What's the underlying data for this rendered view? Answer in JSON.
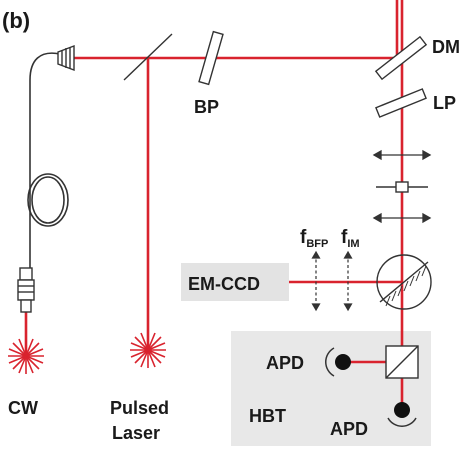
{
  "panel_label": "(b)",
  "labels": {
    "dm": "DM",
    "lp": "LP",
    "bp": "BP",
    "emccd": "EM-CCD",
    "f_bfp_main": "f",
    "f_bfp_sub": "BFP",
    "f_im_main": "f",
    "f_im_sub": "IM",
    "apd_left": "APD",
    "apd_bottom": "APD",
    "hbt": "HBT",
    "cw": "CW",
    "pulsed_line1": "Pulsed",
    "pulsed_line2": "Laser"
  },
  "colors": {
    "laser_red": "#d9232e",
    "optics_dark": "#333333",
    "box_gray": "#e8e8e8",
    "emccd_gray": "#e3e3e3"
  }
}
